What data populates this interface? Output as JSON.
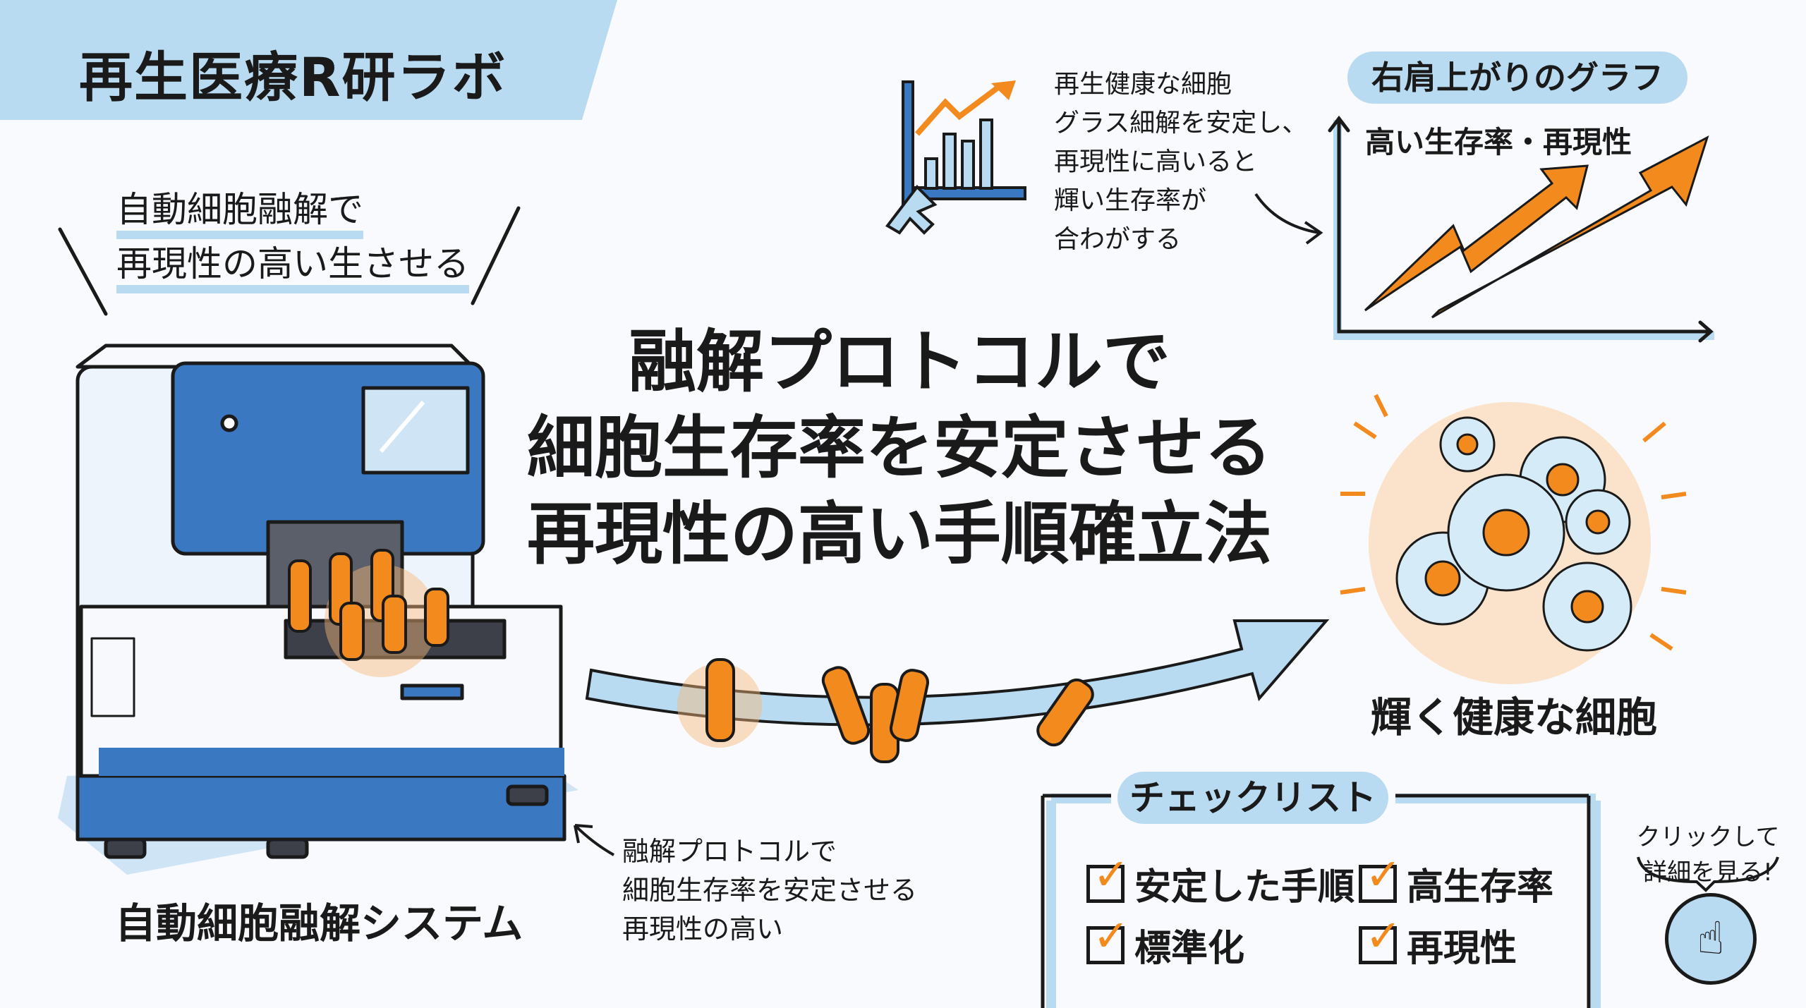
{
  "header": {
    "title": "再生医療R研ラボ"
  },
  "speech_bubble": {
    "lines": [
      "自動細胞融解で",
      "再現性の高い生させる"
    ]
  },
  "main_title": {
    "lines": [
      "融解プロトコルで",
      "細胞生存率を安定させる",
      "再現性の高い手順確立法"
    ]
  },
  "chart_note": {
    "lines": [
      "再生健康な細胞",
      "グラス細解を安定し、",
      "再現性に高いると",
      "輝い生存率が",
      "合わがする"
    ]
  },
  "growth_chart": {
    "title": "右肩上がりのグラフ",
    "label": "高い生存率・再現性"
  },
  "machine": {
    "label": "自動細胞融解システム"
  },
  "annotation": {
    "lines": [
      "融解プロトコルで",
      "細胞生存率を安定させる",
      "再現性の高い"
    ]
  },
  "cells": {
    "label": "輝く健康な細胞"
  },
  "checklist": {
    "title": "チェックリスト",
    "items": [
      {
        "label": "安定した手順",
        "checked": true
      },
      {
        "label": "高生存率",
        "checked": true
      },
      {
        "label": "標準化",
        "checked": true
      },
      {
        "label": "再現性",
        "checked": true
      }
    ],
    "check_mark": "✓"
  },
  "click_hint": {
    "lines": [
      "クリックして",
      "詳細を見る!"
    ],
    "icon": "☝"
  },
  "colors": {
    "accent_orange": "#f28a1e",
    "light_blue": "#b9dbf2",
    "dark_blue": "#3a78c2"
  }
}
